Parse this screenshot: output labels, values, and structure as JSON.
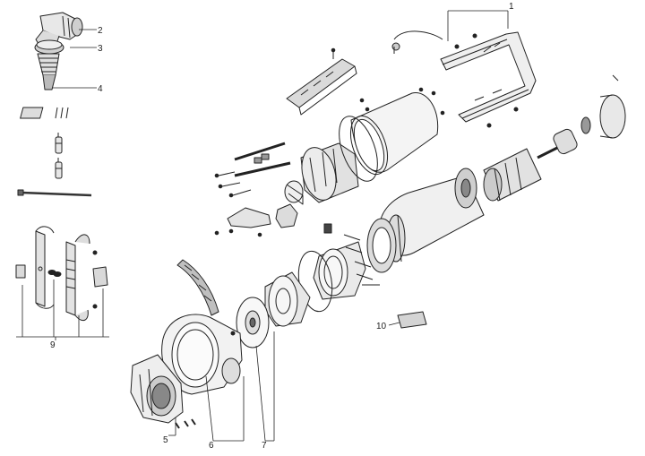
{
  "callouts": {
    "c1": "1",
    "c2": "2",
    "c3": "3",
    "c4": "4",
    "c5": "5",
    "c6": "6",
    "c7": "7",
    "c9": "9",
    "c10": "10"
  },
  "colors": {
    "line": "#222222",
    "shade": "#d6d6d6",
    "dark": "#555555"
  }
}
